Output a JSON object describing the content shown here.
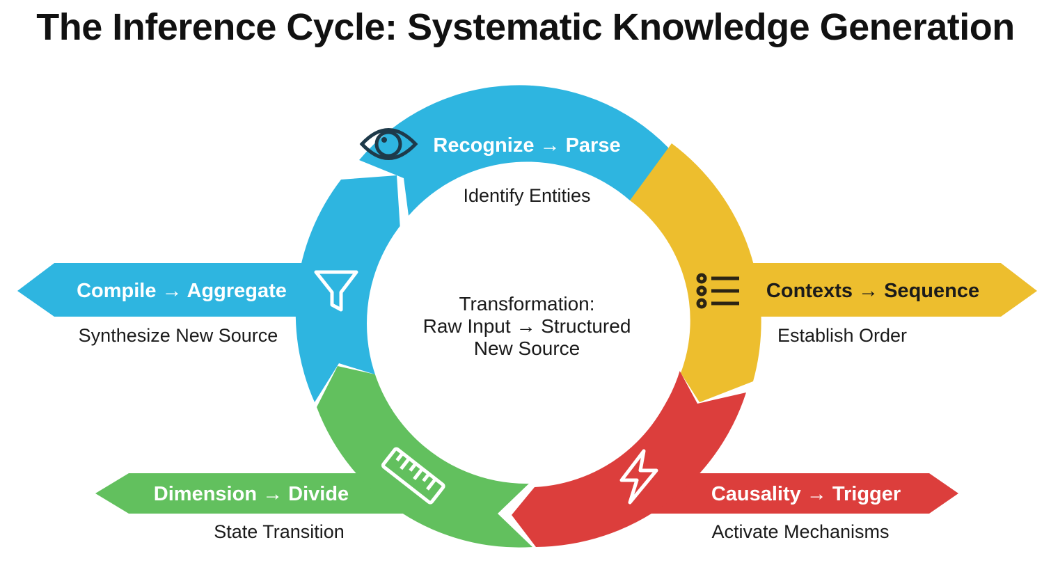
{
  "title": "The Inference Cycle: Systematic Knowledge Generation",
  "center": {
    "line1": "Transformation:",
    "line2": "Raw Input → Structured",
    "line3": "New Source"
  },
  "stages": {
    "recognize": {
      "label": "Recognize → Parse",
      "sub": "Identify Entities",
      "color": "#2EB5E0",
      "icon": "eye-icon"
    },
    "contexts": {
      "label": "Contexts → Sequence",
      "sub": "Establish Order",
      "color": "#EDBE2E",
      "icon": "list-icon"
    },
    "causality": {
      "label": "Causality → Trigger",
      "sub": "Activate Mechanisms",
      "color": "#DC3E3C",
      "icon": "lightning-icon"
    },
    "dimension": {
      "label": "Dimension → Divide",
      "sub": "State Transition",
      "color": "#62C05E",
      "icon": "ruler-icon"
    },
    "compile": {
      "label": "Compile → Aggregate",
      "sub": "Synthesize New Source",
      "color": "#2EB5E0",
      "icon": "funnel-icon"
    }
  }
}
